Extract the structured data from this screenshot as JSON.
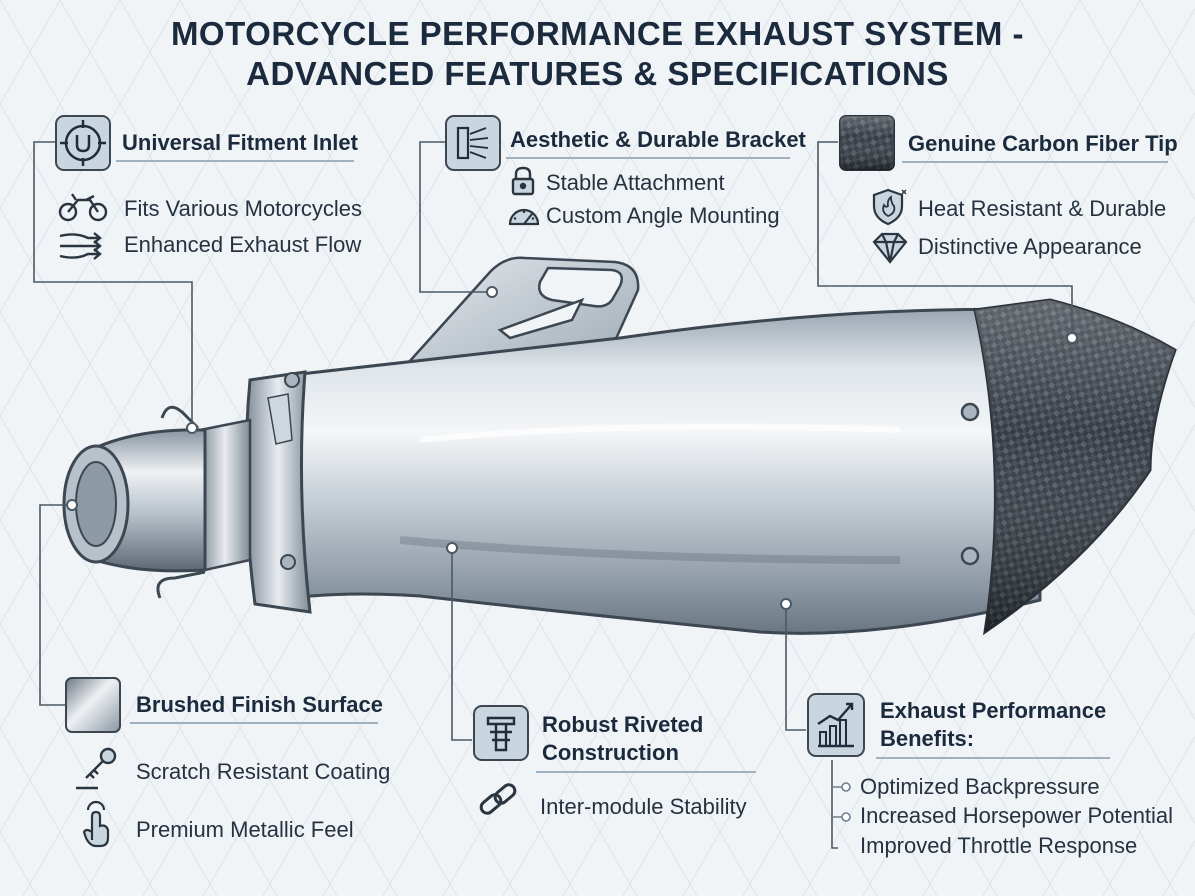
{
  "title": {
    "line1": "MOTORCYCLE PERFORMANCE EXHAUST SYSTEM -",
    "line2": "ADVANCED FEATURES & SPECIFICATIONS"
  },
  "features": {
    "inlet": {
      "title": "Universal Fitment Inlet",
      "items": [
        "Fits Various Motorcycles",
        "Enhanced Exhaust Flow"
      ]
    },
    "bracket": {
      "title": "Aesthetic & Durable Bracket",
      "items": [
        "Stable Attachment",
        "Custom Angle Mounting"
      ]
    },
    "carbon": {
      "title": "Genuine Carbon Fiber Tip",
      "items": [
        "Heat Resistant & Durable",
        "Distinctive Appearance"
      ]
    },
    "brushed": {
      "title": "Brushed Finish Surface",
      "items": [
        "Scratch Resistant Coating",
        "Premium Metallic Feel"
      ]
    },
    "riveted": {
      "title_line1": "Robust Riveted",
      "title_line2": "Construction",
      "items": [
        "Inter-module Stability"
      ]
    },
    "performance": {
      "title_line1": "Exhaust Performance",
      "title_line2": "Benefits:",
      "items": [
        "Optimized Backpressure",
        "Increased Horsepower Potential",
        "Improved Throttle Response"
      ]
    }
  },
  "colors": {
    "steel_light": "#e6ebef",
    "steel_dark": "#6c7884",
    "carbon": "#2a3138",
    "accent_line": "#4b5966",
    "icon_fill": "#c9d5df"
  },
  "icons": [
    "target-u-icon",
    "motorcycle-icon",
    "flow-arrows-icon",
    "bracket-icon",
    "lock-icon",
    "angle-gauge-icon",
    "carbon-swatch-icon",
    "flame-shield-icon",
    "diamond-icon",
    "brushed-swatch-icon",
    "key-scratch-icon",
    "touch-hand-icon",
    "rivet-icon",
    "chain-link-icon",
    "bar-chart-icon"
  ]
}
